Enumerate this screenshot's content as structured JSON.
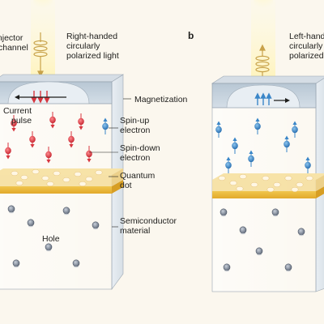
{
  "panel_a": {
    "labels": {
      "injector_line1": "Injector",
      "injector_line2": "channel",
      "light_line1": "Right-handed",
      "light_line2": "circularly",
      "light_line3": "polarized light",
      "magnetization": "Magnetization",
      "current_line1": "Current",
      "current_line2": "pulse",
      "spin_up_line1": "Spin-up",
      "spin_up_line2": "electron",
      "spin_down_line1": "Spin-down",
      "spin_down_line2": "electron",
      "quantum_line1": "Quantum",
      "quantum_line2": "dot",
      "semi_line1": "Semiconductor",
      "semi_line2": "material",
      "hole": "Hole"
    }
  },
  "panel_b": {
    "tag": "b",
    "labels": {
      "light_line1": "Left-handed",
      "light_line2": "circularly",
      "light_line3": "polarized light"
    }
  },
  "colors": {
    "background": "#fbf7ee",
    "spin_up": "#3a86c8",
    "spin_down": "#d7363f",
    "quantum_layer": "#f3d88a",
    "quantum_band": "#e7b53a",
    "hole": "#6b7585",
    "light_beam": "#fff3b8"
  },
  "icons": {
    "light_source": "light-beam-icon",
    "polarization": "helix-arrow-icon",
    "electron": "electron-icon",
    "hole": "hole-icon"
  }
}
